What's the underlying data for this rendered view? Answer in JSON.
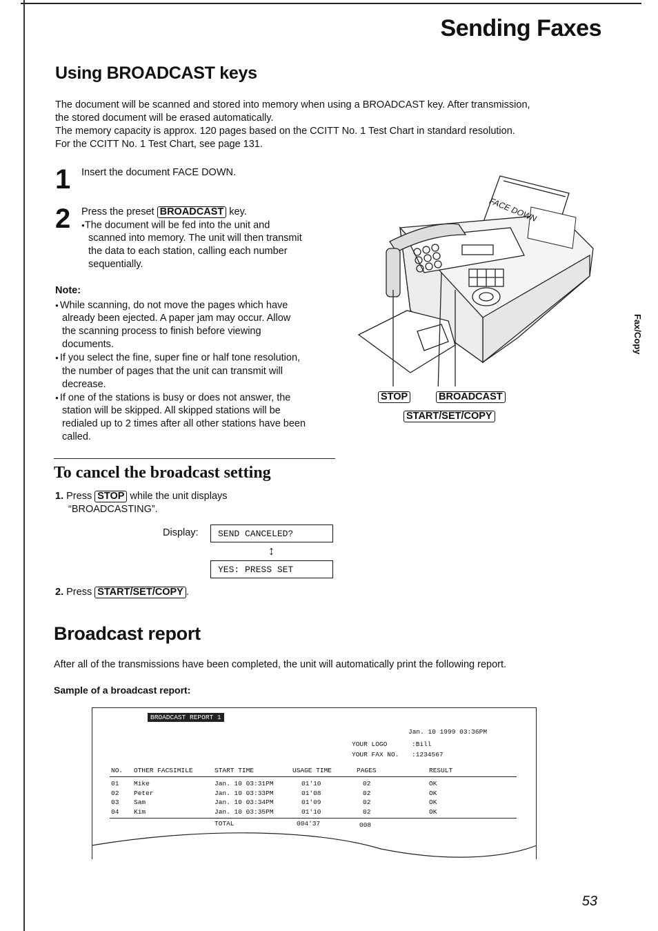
{
  "header": {
    "title": "Sending Faxes"
  },
  "section1": {
    "title": "Using BROADCAST keys",
    "intro": [
      "The document will be scanned and stored into memory when using a BROADCAST key. After transmission,",
      "the stored document will be erased automatically.",
      "The memory capacity is approx. 120 pages based on the CCITT No. 1 Test Chart in standard resolution.",
      "For the CCITT No. 1 Test Chart, see page 131."
    ],
    "step1": {
      "num": "1",
      "text": "Insert the document FACE DOWN."
    },
    "step2": {
      "num": "2",
      "pre": "Press the preset",
      "key": "BROADCAST",
      "post": "key.",
      "bullet_lines": [
        "The document will be fed into the unit and",
        "scanned into memory. The unit will then transmit",
        "the data to each station, calling each number",
        "sequentially."
      ]
    },
    "note": {
      "label": "Note:",
      "items": [
        [
          "While scanning, do not move the pages which have",
          "already been ejected. A paper jam may occur. Allow",
          "the scanning process to finish before viewing",
          "documents."
        ],
        [
          "If you select the fine, super fine or half tone resolution,",
          "the number of pages that the unit can transmit will",
          "decrease."
        ],
        [
          "If one of the stations is busy or does not answer, the",
          "station will be skipped. All skipped stations will be",
          "redialed up to 2 times after all other stations have been",
          "called."
        ]
      ]
    },
    "illustration": {
      "face_down": "FACE DOWN",
      "stop_key": "STOP",
      "broadcast_key": "BROADCAST",
      "start_key": "START/SET/COPY"
    }
  },
  "cancel": {
    "title": "To cancel the broadcast setting",
    "step1": {
      "num": "1.",
      "pre": "Press",
      "key": "STOP",
      "post": "while the unit displays",
      "line2": "“BROADCASTING”."
    },
    "display_label": "Display:",
    "display1": "SEND CANCELED?",
    "display2": "YES: PRESS SET",
    "arrow": "↕",
    "step2": {
      "num": "2.",
      "pre": "Press",
      "key": "START/SET/COPY",
      "post": "."
    }
  },
  "report_section": {
    "title": "Broadcast report",
    "intro": "After all of the transmissions have been completed, the unit will automatically print the following report.",
    "sample_label": "Sample of a broadcast report:",
    "report": {
      "badge": "BROADCAST REPORT 1",
      "date": "Jan. 10 1999 03:36PM",
      "logo_label": "YOUR LOGO",
      "logo_value": ":Bill",
      "fax_label": "YOUR FAX NO.",
      "fax_value": ":1234567",
      "columns": [
        "NO.",
        "OTHER FACSIMILE",
        "START TIME",
        "USAGE TIME",
        "PAGES",
        "RESULT"
      ],
      "rows": [
        [
          "01",
          "Mike",
          "Jan. 10 03:31PM",
          "01'10",
          "02",
          "OK"
        ],
        [
          "02",
          "Peter",
          "Jan. 10 03:33PM",
          "01'08",
          "02",
          "OK"
        ],
        [
          "03",
          "Sam",
          "Jan. 10 03:34PM",
          "01'09",
          "02",
          "OK"
        ],
        [
          "04",
          "Kim",
          "Jan. 10 03:35PM",
          "01'10",
          "02",
          "OK"
        ]
      ],
      "total_label": "TOTAL",
      "total_usage": "004'37",
      "total_pages": "008"
    }
  },
  "side_tab": "Fax/Copy",
  "page_number": "53"
}
